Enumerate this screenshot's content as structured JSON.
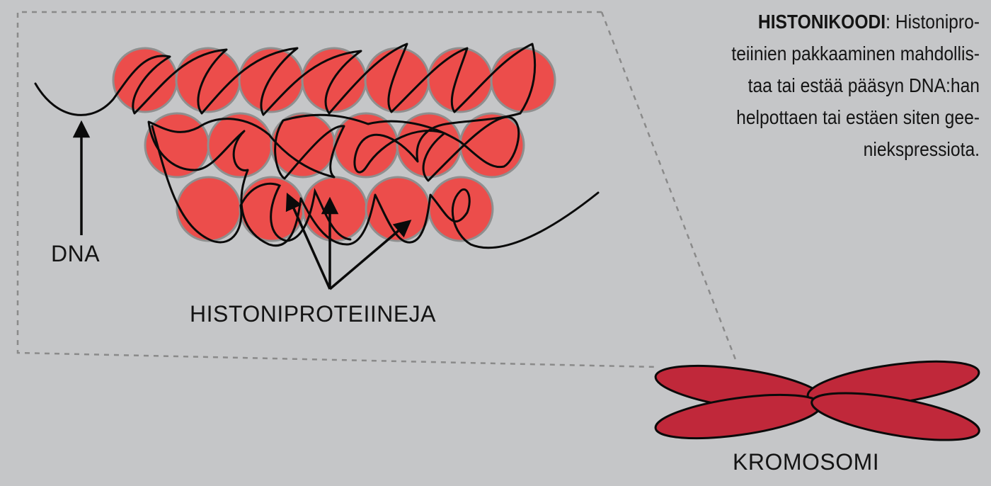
{
  "caption": {
    "term": "HISTONIKOODI",
    "separator": ":",
    "lines": [
      "Histonipro-",
      "teiinien pakkaaminen mahdollis-",
      "taa tai estää pääsyn DNA:han",
      "helpottaen tai estäen siten gee-",
      "niekspressiota."
    ]
  },
  "labels": {
    "dna": "DNA",
    "histones": "HISTONIPROTEIINEJA",
    "chromosome": "KROMOSOMI"
  },
  "colors": {
    "background": "#c5c6c8",
    "histone_fill": "#ec4d4b",
    "histone_stroke": "#8f8f8f",
    "chromosome_fill": "#c0283a",
    "line": "#0a0a0a",
    "dashed_outline": "#8a8a8a"
  },
  "histone_rows": [
    7,
    6,
    5
  ]
}
